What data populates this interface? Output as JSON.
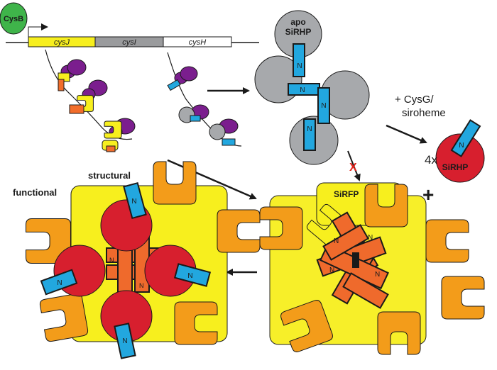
{
  "operon": {
    "regulator": "CysB",
    "genes": [
      {
        "label": "cysJ",
        "color": "#f7ef1e"
      },
      {
        "label": "cysI",
        "color": "#9a9b9d"
      },
      {
        "label": "cysH",
        "color": "#ffffff"
      }
    ]
  },
  "labels": {
    "apo_line1": "apo",
    "apo_line2": "SiRHP",
    "cofactor_line1": "+ CysG/",
    "cofactor_line2": "siroheme",
    "stoich": "4x",
    "sirhp": "SiRHP",
    "plus": "+",
    "blocked_mark": "X",
    "sirfp": "SiRFP",
    "functional": "functional",
    "structural": "structural",
    "n_terminus": "N"
  },
  "colors": {
    "sirfp_yellow": "#f7ef1e",
    "sirfp_orange": "#f39c1a",
    "sirfp_core": "#ef6a2c",
    "sirhp_red": "#d71f2e",
    "apo_gray": "#a7a9ac",
    "n_term_blue": "#22a7df",
    "ribosome_purple": "#7b1e8e",
    "blocked_red": "#e2231a"
  }
}
